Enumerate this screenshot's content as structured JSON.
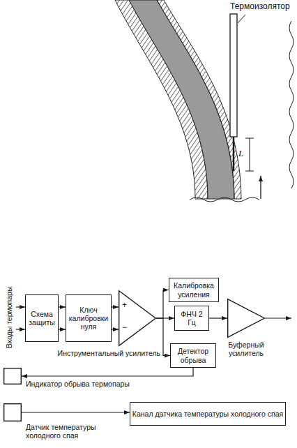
{
  "diagram": {
    "nodes": [
      {
        "text": [
          "Схема защиты"
        ]
      },
      {
        "text": [
          "Ключ калибровки нуля"
        ]
      },
      {
        "text": [
          "Инструментальный усилитель"
        ]
      },
      {
        "text": [
          "Калибровка усиления"
        ]
      },
      {
        "text": [
          "ФНЧ 2 Гц"
        ]
      },
      {
        "text": [
          "Детектор обрыва"
        ]
      },
      {
        "text": [
          "Буферный усилитель"
        ]
      },
      {
        "text": [
          "Индикатор обрыва термопары"
        ]
      },
      {
        "text": [
          "Датчик температуры холодного спая"
        ]
      },
      {
        "text": [
          "Канал датчика температуры холодного спая"
        ]
      }
    ],
    "edges": [
      {
        "from": 0,
        "to": 1,
        "arrow": "to"
      },
      {
        "from": 1,
        "to": 2,
        "arrow": "to"
      },
      {
        "from": 2,
        "to": 3,
        "arrow": "to"
      },
      {
        "from": 2,
        "to": 4,
        "arrow": "to"
      },
      {
        "from": 2,
        "to": 5,
        "arrow": "to"
      },
      {
        "from": 4,
        "to": 6,
        "arrow": "to"
      },
      {
        "from": 5,
        "to": 7,
        "arrow": "to"
      },
      {
        "from": 8,
        "to": 9,
        "arrow": "to"
      }
    ],
    "labels": [
      "Термоизолятор",
      "L",
      "Входы термопары",
      "+",
      "−"
    ]
  }
}
